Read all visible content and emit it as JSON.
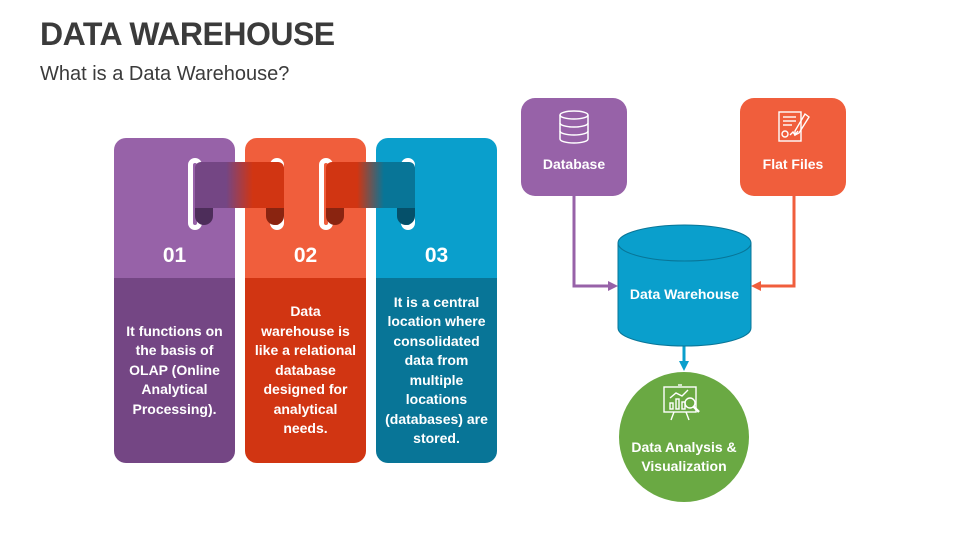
{
  "header": {
    "title": "DATA WAREHOUSE",
    "subtitle": "What is a Data Warehouse?"
  },
  "cards": [
    {
      "number": "01",
      "text": "It functions on the basis of OLAP (Online Analytical Processing).",
      "color": "#9762a8"
    },
    {
      "number": "02",
      "text": "Data warehouse is like a relational database designed for analytical needs.",
      "color": "#f05e3c"
    },
    {
      "number": "03",
      "text": "It is a central location where consolidated data from multiple locations (databases) are stored.",
      "color": "#0a9fcc"
    }
  ],
  "flow": {
    "source1": {
      "label": "Database",
      "icon": "database-icon",
      "color": "#9762a8"
    },
    "source2": {
      "label": "Flat Files",
      "icon": "document-icon",
      "color": "#f05e3c"
    },
    "warehouse": {
      "label": "Data Warehouse",
      "color": "#0a9fcc"
    },
    "output": {
      "label": "Data Analysis & Visualization",
      "icon": "analytics-presentation-icon",
      "color": "#6aa943"
    }
  }
}
